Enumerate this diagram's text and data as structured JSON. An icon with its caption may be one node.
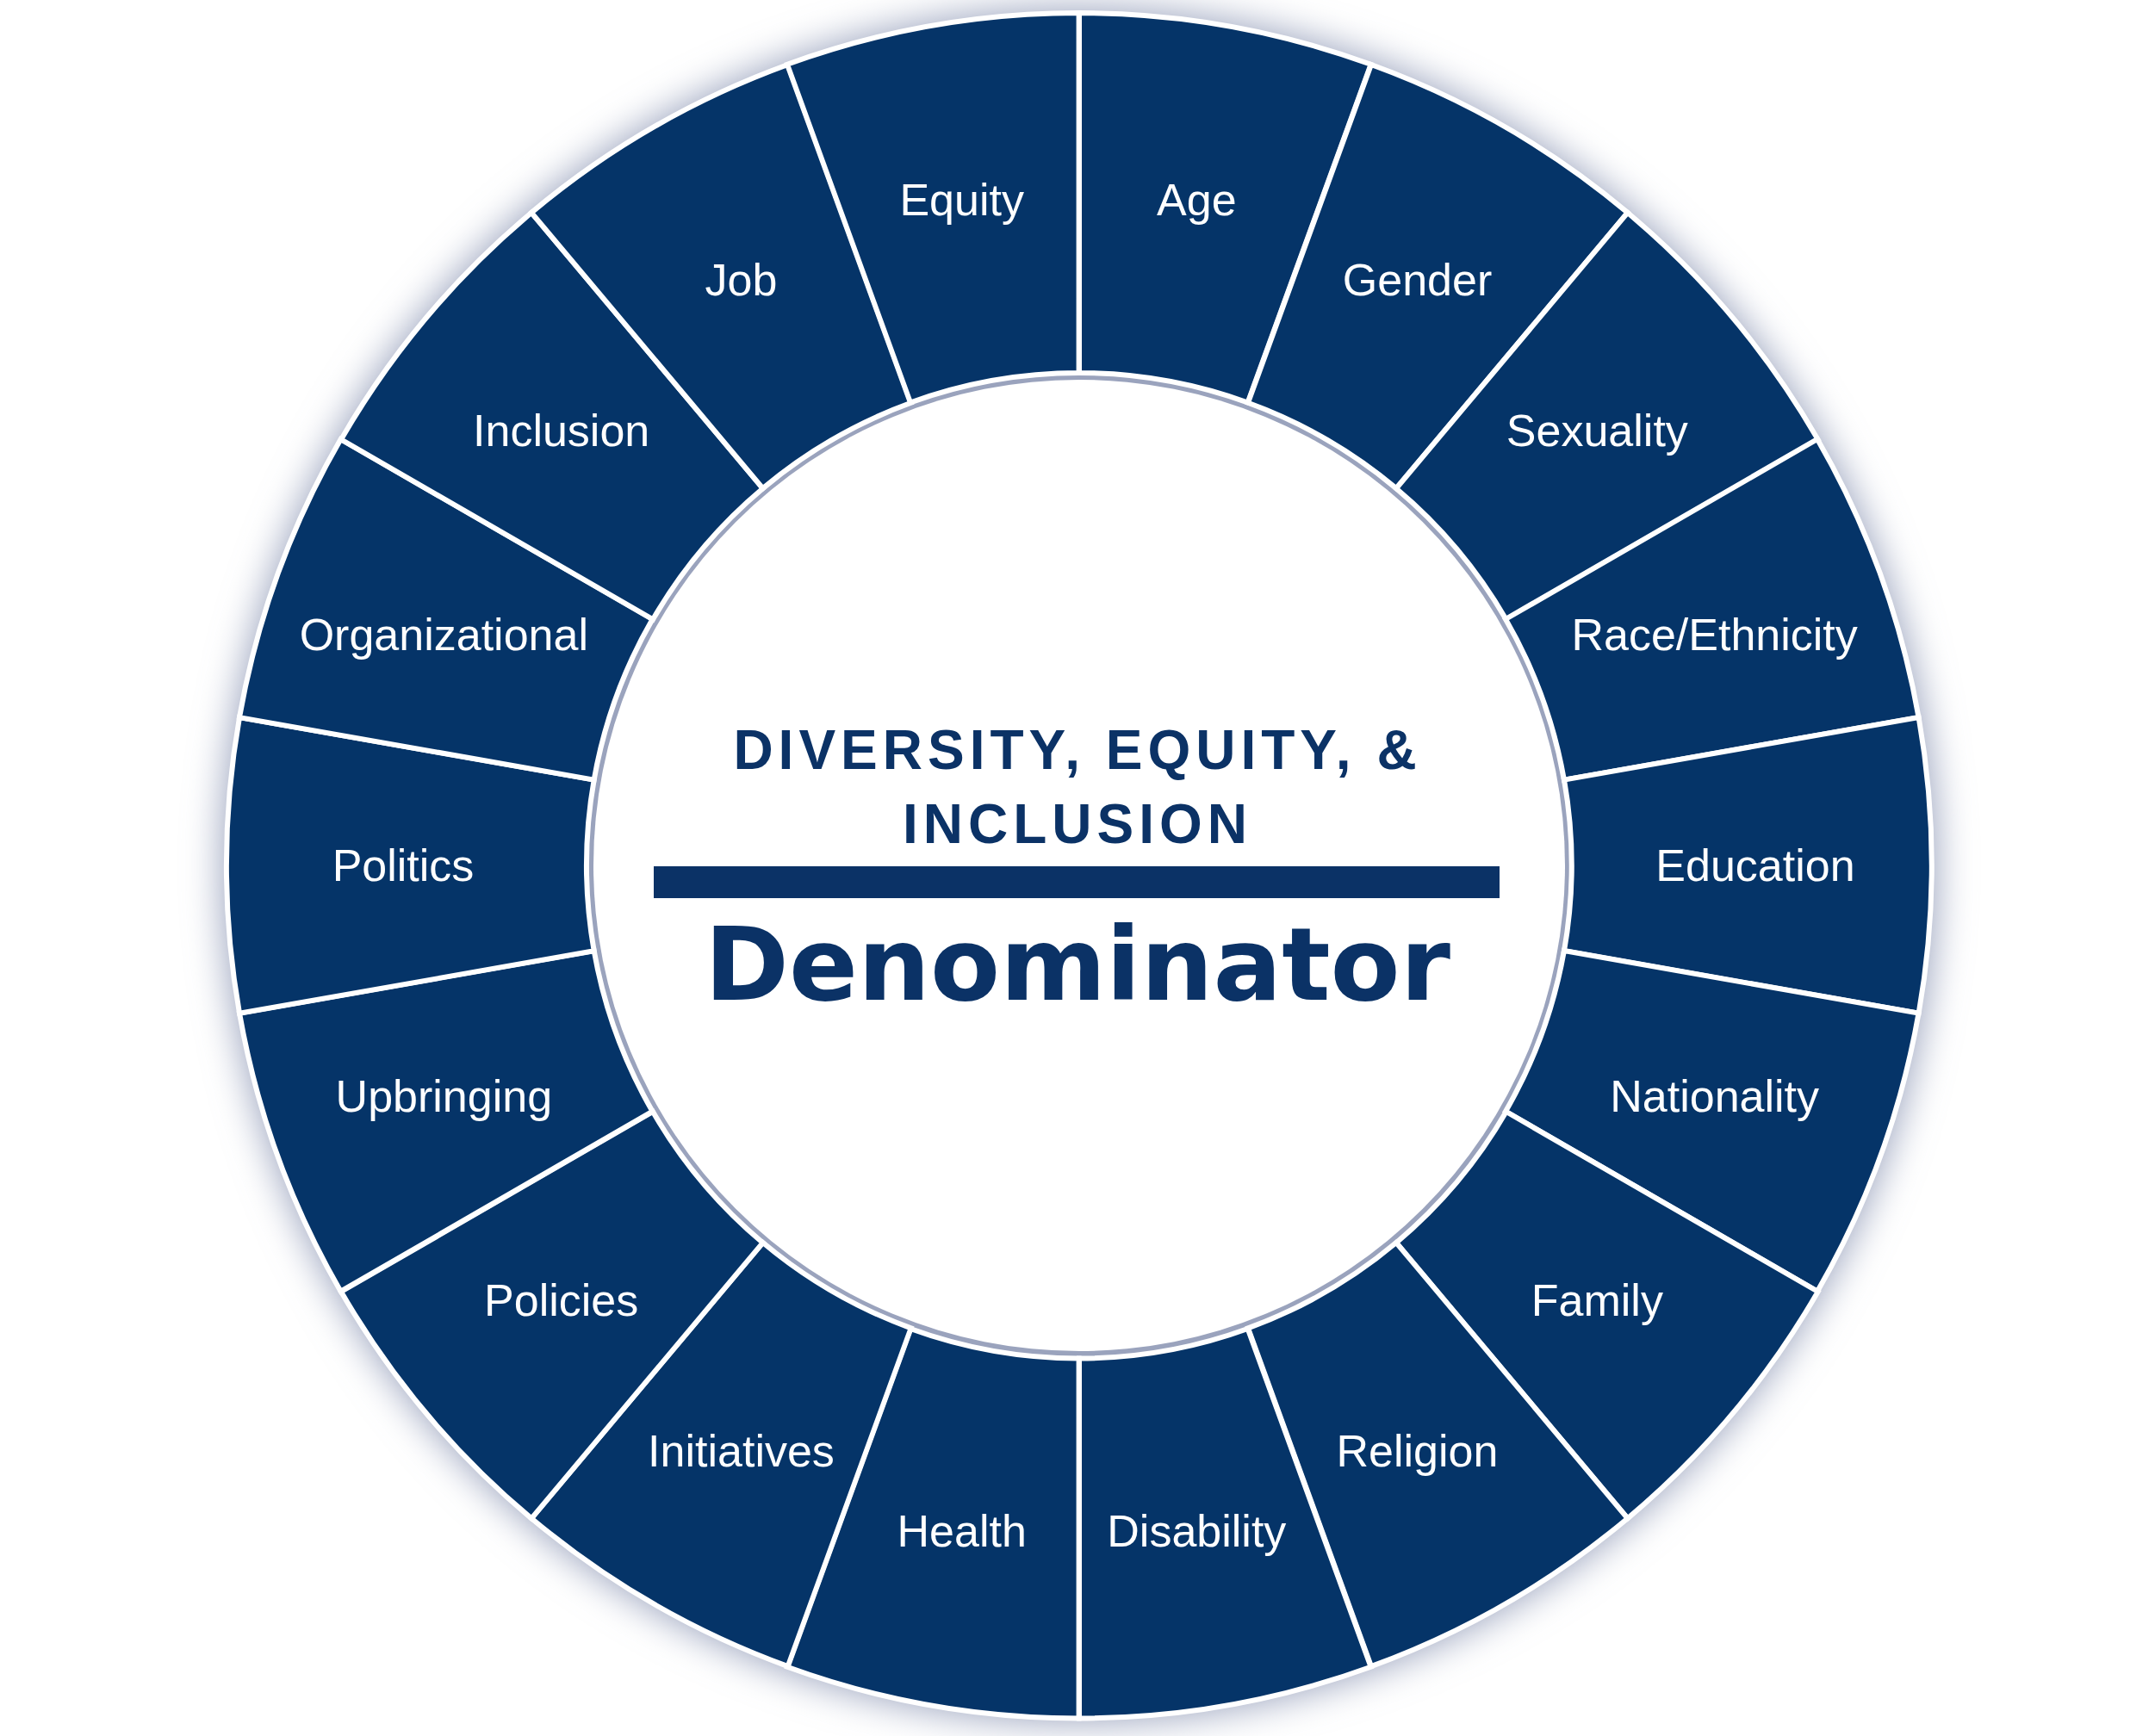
{
  "diagram": {
    "nodes": [
      {
        "text": [
          "DIVERSITY, EQUITY, & INCLUSION",
          "Denominator"
        ]
      },
      {
        "text": [
          "Age"
        ]
      },
      {
        "text": [
          "Gender"
        ]
      },
      {
        "text": [
          "Sexuality"
        ]
      },
      {
        "text": [
          "Race/Ethnicity"
        ]
      },
      {
        "text": [
          "Education"
        ]
      },
      {
        "text": [
          "Nationality"
        ]
      },
      {
        "text": [
          "Family"
        ]
      },
      {
        "text": [
          "Religion"
        ]
      },
      {
        "text": [
          "Disability"
        ]
      },
      {
        "text": [
          "Health"
        ]
      },
      {
        "text": [
          "Initiatives"
        ]
      },
      {
        "text": [
          "Policies"
        ]
      },
      {
        "text": [
          "Upbringing"
        ]
      },
      {
        "text": [
          "Politics"
        ]
      },
      {
        "text": [
          "Organizational"
        ]
      },
      {
        "text": [
          "Inclusion"
        ]
      },
      {
        "text": [
          "Job"
        ]
      },
      {
        "text": [
          "Equity"
        ]
      }
    ]
  }
}
